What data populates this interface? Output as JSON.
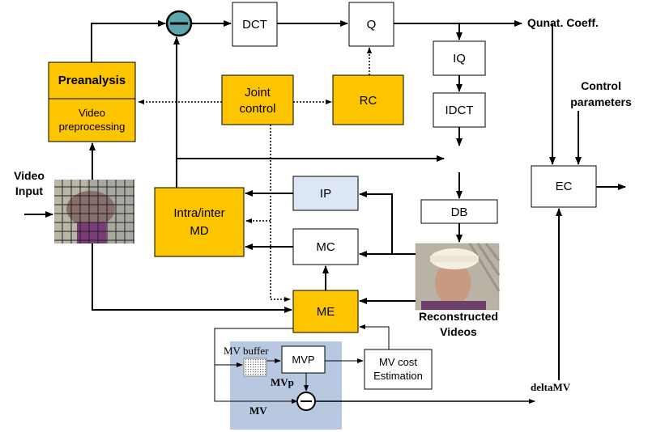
{
  "diagram": {
    "blocks": {
      "dct": "DCT",
      "q": "Q",
      "iq": "IQ",
      "idct": "IDCT",
      "preanalysis": "Preanalysis",
      "video_preprocessing_1": "Video",
      "video_preprocessing_2": "preprocessing",
      "joint_control_1": "Joint",
      "joint_control_2": "control",
      "rc": "RC",
      "ec": "EC",
      "ip": "IP",
      "mc": "MC",
      "db": "DB",
      "intra_inter_md_1": "Intra/inter",
      "intra_inter_md_2": "MD",
      "me": "ME",
      "mvp": "MVP",
      "mv_cost_1": "MV cost",
      "mv_cost_2": "Estimation",
      "mv_buffer": "MV buffer"
    },
    "labels": {
      "qunat_coeff": "Qunat. Coeff.",
      "control_parameters_1": "Control",
      "control_parameters_2": "parameters",
      "video_input_1": "Video",
      "video_input_2": "Input",
      "reconstructed_1": "Reconstructed",
      "reconstructed_2": "Videos",
      "mvp_label": "MVp",
      "mv_label": "MV",
      "delta_mv": "deltaMV"
    },
    "colors": {
      "accent_block": "#fcc500",
      "ip_block": "#dde6f5",
      "mv_panel": "#b8c8e0",
      "subtract_node": "#5aa7ad"
    }
  }
}
